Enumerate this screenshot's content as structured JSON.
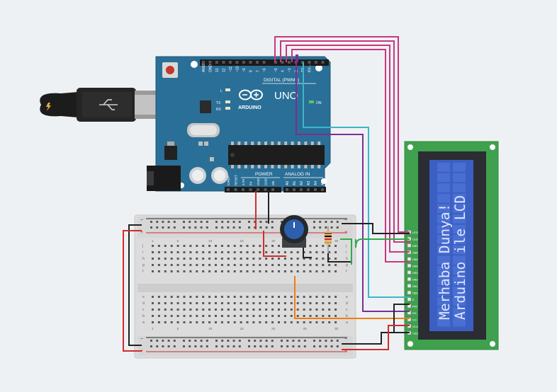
{
  "arduino": {
    "logo_text": "ARDUINO",
    "model": "UNO",
    "digital_label": "DIGITAL (PWM~)",
    "power_label": "POWER",
    "analog_label": "ANALOG IN",
    "on_label": "ON",
    "led_labels": [
      "L",
      "TX",
      "RX"
    ],
    "top_pins": [
      "AREF",
      "GND",
      "13",
      "12",
      "~11",
      "~10",
      "~9",
      "8",
      "7",
      "~6",
      "~5",
      "4",
      "~3",
      "2",
      "TX→1",
      "RX←0"
    ],
    "power_pins": [
      "IOREF",
      "RESET",
      "3.3V",
      "5V",
      "GND",
      "GND",
      "Vin"
    ],
    "analog_pins": [
      "A0",
      "A1",
      "A2",
      "A3",
      "A4",
      "A5"
    ]
  },
  "breadboard": {
    "column_numbers": [
      "1",
      "5",
      "10",
      "15",
      "20",
      "25",
      "30"
    ],
    "row_letters_top": [
      "j",
      "i",
      "h",
      "g",
      "f"
    ],
    "row_letters_bottom": [
      "e",
      "d",
      "c",
      "b",
      "a"
    ],
    "rail_plus": "+",
    "rail_minus": "−"
  },
  "lcd": {
    "line1": "Merhaba Dunya!",
    "line2": "Arduino ile LCD",
    "pins": [
      "LED",
      "LED",
      "DB7",
      "DB6",
      "DB5",
      "DB4",
      "DB3",
      "DB2",
      "DB1",
      "DB0",
      "E",
      "RW",
      "RS",
      "VO",
      "VCC",
      "VSS"
    ]
  },
  "colors": {
    "arduino_blue": "#2a6f97",
    "lcd_green": "#3fa14e",
    "lcd_screen": "#3c5fc4",
    "wire_magenta": "#c8387e",
    "wire_purple": "#7a2f93",
    "wire_cyan": "#3bb7c9",
    "wire_red": "#d32b2b",
    "wire_black": "#222222",
    "wire_orange": "#ef7d12",
    "wire_green": "#33a84a"
  }
}
